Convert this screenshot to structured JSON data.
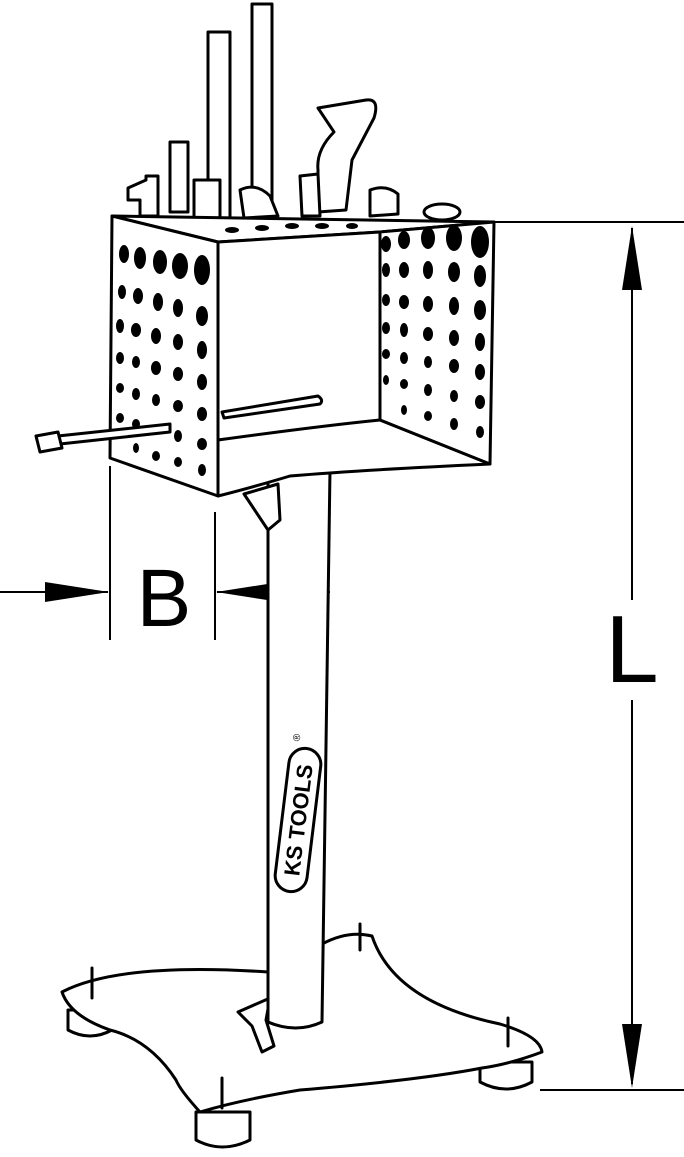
{
  "dimensions": {
    "width_label": "B",
    "length_label": "L"
  },
  "brand": {
    "logo_text": "KS TOOLS",
    "registered_mark": "®"
  },
  "colors": {
    "line": "#000000",
    "background": "#ffffff"
  }
}
